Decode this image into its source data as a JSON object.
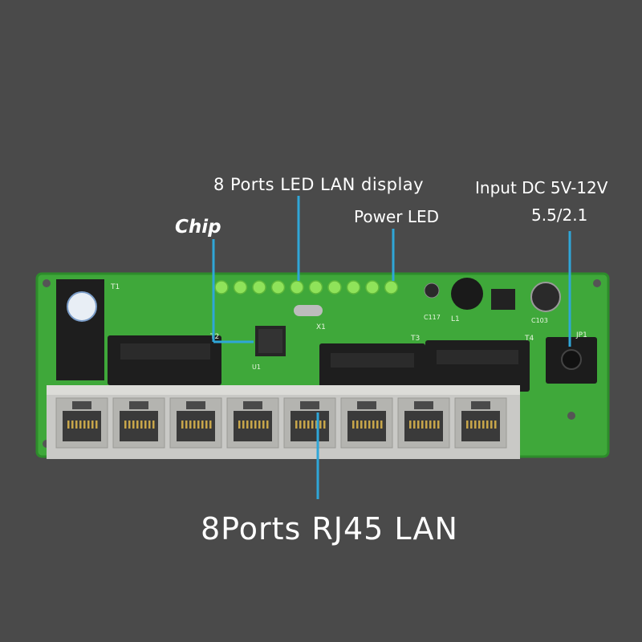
{
  "colors": {
    "background": "#4a4a4a",
    "pcb": "#3fa83a",
    "pcb_dark": "#2d8c2b",
    "pointer": "#2fa6d8",
    "led": "#8fe35a",
    "port_housing": "#c9c9c6",
    "transformer": "#1e1e1e"
  },
  "labels": {
    "leds": "8 Ports LED LAN display",
    "chip": "Chip",
    "power_led": "Power LED",
    "input": "Input DC 5V-12V",
    "input_size": "5.5/2.1",
    "ports": "8Ports RJ45 LAN"
  },
  "board": {
    "silkscreen": {
      "t1": "T1",
      "t2": "T2",
      "t3": "T3",
      "t4": "T4",
      "x1": "X1",
      "l1": "L1",
      "u1": "U1",
      "jp1": "JP1",
      "c117": "C117",
      "c103": "C103"
    },
    "port_count": 8,
    "led_count": 10
  }
}
